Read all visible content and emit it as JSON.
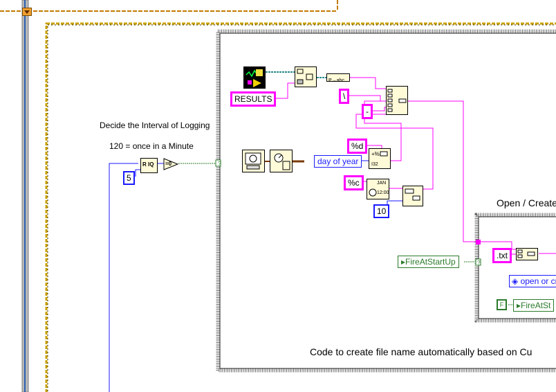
{
  "labels": {
    "interval_title": "Decide the Interval of Logging",
    "interval_note": "120 = once in a Minute",
    "open_create_title": "Open / Create",
    "file_name_comment": "Code to create file name automatically based on Cu"
  },
  "constants": {
    "results": "RESULTS",
    "backslash": "\\",
    "dash": "-",
    "percent_d": "%d",
    "percent_c": "%c",
    "ext_txt": ".txt",
    "five": "5",
    "ten": "10",
    "false_const": "F"
  },
  "controls": {
    "day_of_year": "day of year",
    "fire_at_startup": "FireAtStartUp",
    "fire_at_startup_2": "FireAtSt",
    "open_or_create": "open or cre"
  },
  "node_text": {
    "r_iq": "R IQ",
    "eq_zero": "=0",
    "selector": "?",
    "date_jan": "JAN",
    "date_time": "12:00"
  },
  "colors": {
    "string_wire": "#ff00ff",
    "numeric_wire": "#1a1aff",
    "boolean_wire": "#2a7a2a",
    "frame_gold": "#c8a000",
    "case_frame": "#555555"
  }
}
